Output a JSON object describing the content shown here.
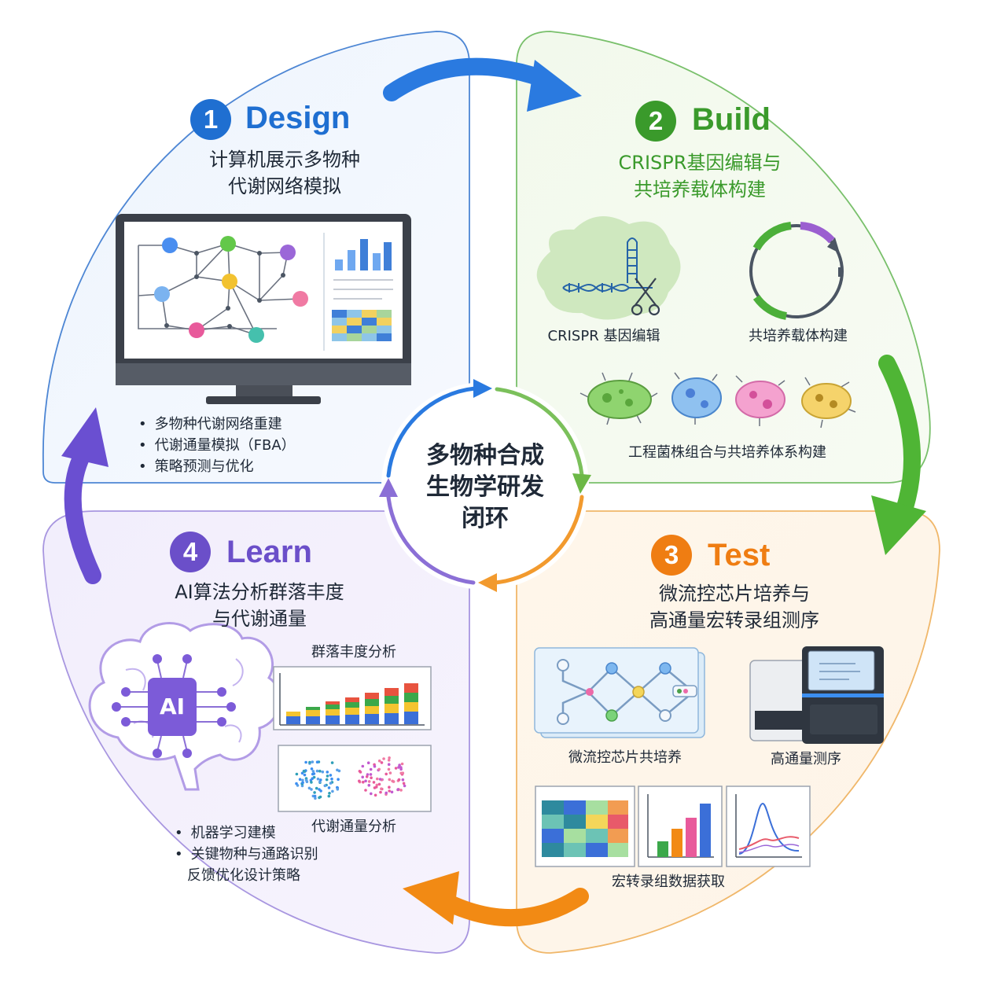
{
  "center": {
    "title_lines": [
      "多物种合成",
      "生物学研发",
      "闭环"
    ]
  },
  "colors": {
    "design": "#1f6fd1",
    "build": "#3a9a2b",
    "test": "#ef7d12",
    "learn": "#6b4fc9"
  },
  "design": {
    "number": "1",
    "name": "Design",
    "subtitle_lines": [
      "计算机展示多物种",
      "代谢网络模拟"
    ],
    "bullets": [
      "多物种代谢网络重建",
      "代谢通量模拟（FBA）",
      "策略预测与优化"
    ],
    "icon": "computer-monitor-icon"
  },
  "build": {
    "number": "2",
    "name": "Build",
    "subtitle_lines": [
      "CRISPR基因编辑与",
      "共培养载体构建"
    ],
    "captions": {
      "crispr": "CRISPR 基因编辑",
      "vector": "共培养载体构建",
      "strains": "工程菌株组合与共培养体系构建"
    },
    "icons": [
      "crispr-scissors-icon",
      "plasmid-vector-icon",
      "bacteria-icon"
    ]
  },
  "test": {
    "number": "3",
    "name": "Test",
    "subtitle_lines": [
      "微流控芯片培养与",
      "高通量宏转录组测序"
    ],
    "captions": {
      "chip": "微流控芯片共培养",
      "sequencer": "高通量测序",
      "data": "宏转录组数据获取"
    },
    "icons": [
      "microfluidic-chip-icon",
      "sequencer-icon",
      "heatmap-icon",
      "bar-chart-icon",
      "peak-chart-icon"
    ]
  },
  "learn": {
    "number": "4",
    "name": "Learn",
    "subtitle_lines": [
      "AI算法分析群落丰度",
      "与代谢通量"
    ],
    "chip_label": "AI",
    "captions": {
      "abundance": "群落丰度分析",
      "flux": "代谢通量分析"
    },
    "bullets": [
      "机器学习建模",
      "关键物种与通路识别"
    ],
    "bullet_continuation": "反馈优化设计策略",
    "icons": [
      "ai-brain-icon",
      "stacked-bar-icon",
      "scatter-plot-icon"
    ]
  }
}
